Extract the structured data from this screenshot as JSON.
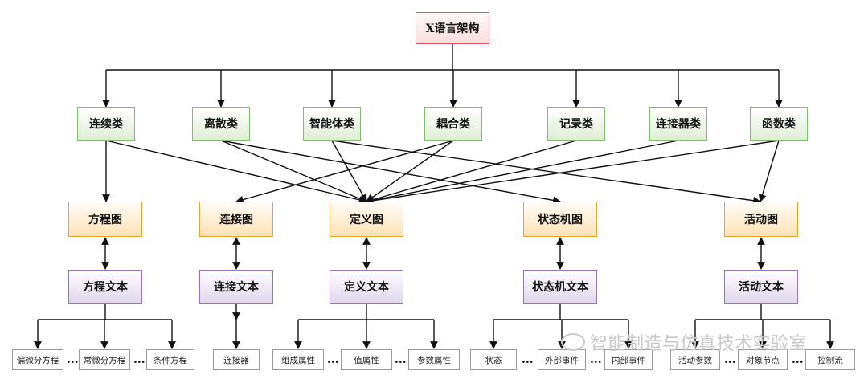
{
  "root": {
    "label": "X语言架构"
  },
  "classes": [
    "连续类",
    "离散类",
    "智能体类",
    "耦合类",
    "记录类",
    "连接器类",
    "函数类"
  ],
  "diagrams": [
    "方程图",
    "连接图",
    "定义图",
    "状态机图",
    "活动图"
  ],
  "texts": [
    "方程文本",
    "连接文本",
    "定义文本",
    "状态机文本",
    "活动文本"
  ],
  "leaves": [
    "偏微分方程",
    "常微分方程",
    "条件方程",
    "连接器",
    "组成属性",
    "值属性",
    "参数属性",
    "状态",
    "外部事件",
    "内部事件",
    "活动参数",
    "对象节点",
    "控制流"
  ],
  "ellipsis": "...",
  "watermark": "智能制造与仿真技术实验室",
  "colors": {
    "root_border": "#d9556a",
    "class_border": "#7fbf6b",
    "diagram_border": "#f0a32c",
    "text_border": "#9a73b8",
    "leaf_border": "#9a9a9a"
  }
}
